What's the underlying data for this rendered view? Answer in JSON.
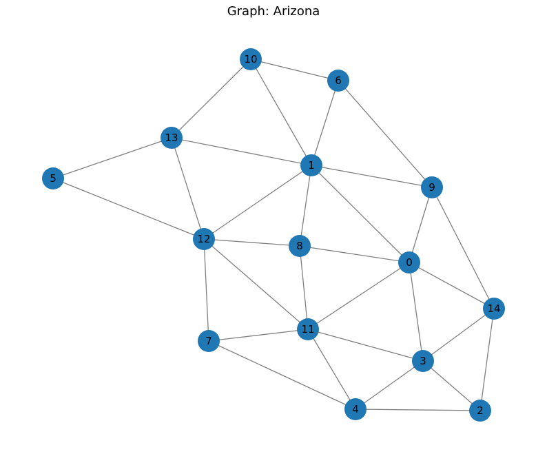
{
  "title": "Graph: Arizona",
  "colors": {
    "node": "#1f77b4",
    "edge": "#808080",
    "label": "#000000"
  },
  "nodes": [
    "0",
    "1",
    "2",
    "3",
    "4",
    "5",
    "6",
    "7",
    "8",
    "9",
    "10",
    "11",
    "12",
    "13",
    "14"
  ],
  "edges": [
    [
      "10",
      "6"
    ],
    [
      "10",
      "13"
    ],
    [
      "10",
      "1"
    ],
    [
      "6",
      "1"
    ],
    [
      "6",
      "9"
    ],
    [
      "13",
      "5"
    ],
    [
      "13",
      "1"
    ],
    [
      "13",
      "12"
    ],
    [
      "5",
      "12"
    ],
    [
      "1",
      "9"
    ],
    [
      "1",
      "12"
    ],
    [
      "1",
      "8"
    ],
    [
      "1",
      "0"
    ],
    [
      "9",
      "0"
    ],
    [
      "9",
      "14"
    ],
    [
      "12",
      "8"
    ],
    [
      "12",
      "7"
    ],
    [
      "12",
      "11"
    ],
    [
      "8",
      "0"
    ],
    [
      "8",
      "11"
    ],
    [
      "0",
      "11"
    ],
    [
      "0",
      "14"
    ],
    [
      "0",
      "3"
    ],
    [
      "7",
      "11"
    ],
    [
      "7",
      "4"
    ],
    [
      "11",
      "3"
    ],
    [
      "11",
      "4"
    ],
    [
      "14",
      "3"
    ],
    [
      "14",
      "2"
    ],
    [
      "3",
      "4"
    ],
    [
      "3",
      "2"
    ],
    [
      "4",
      "2"
    ]
  ]
}
